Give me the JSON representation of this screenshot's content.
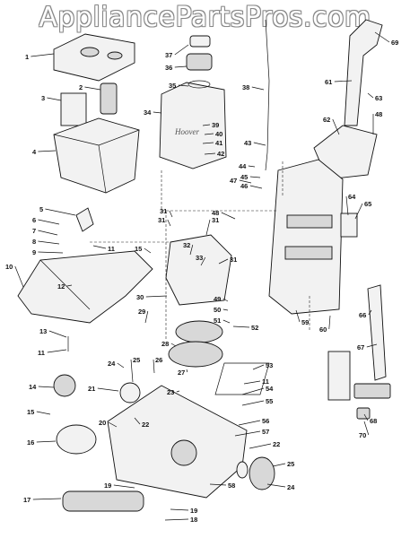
{
  "watermark": "AppliancePartsPros.com",
  "callouts": [
    {
      "id": "c1",
      "text": "1"
    },
    {
      "id": "c2",
      "text": "2"
    },
    {
      "id": "c3",
      "text": "3"
    },
    {
      "id": "c4",
      "text": "4"
    },
    {
      "id": "c5",
      "text": "5"
    },
    {
      "id": "c6",
      "text": "6"
    },
    {
      "id": "c7",
      "text": "7"
    },
    {
      "id": "c8",
      "text": "8"
    },
    {
      "id": "c9",
      "text": "9"
    },
    {
      "id": "c10",
      "text": "10"
    },
    {
      "id": "c11a",
      "text": "11"
    },
    {
      "id": "c11b",
      "text": "11"
    },
    {
      "id": "c11c",
      "text": "11"
    },
    {
      "id": "c12",
      "text": "12"
    },
    {
      "id": "c13",
      "text": "13"
    },
    {
      "id": "c14",
      "text": "14"
    },
    {
      "id": "c15a",
      "text": "15"
    },
    {
      "id": "c15b",
      "text": "15"
    },
    {
      "id": "c16",
      "text": "16"
    },
    {
      "id": "c17",
      "text": "17"
    },
    {
      "id": "c18",
      "text": "18"
    },
    {
      "id": "c19a",
      "text": "19"
    },
    {
      "id": "c19b",
      "text": "19"
    },
    {
      "id": "c20",
      "text": "20"
    },
    {
      "id": "c21",
      "text": "21"
    },
    {
      "id": "c22a",
      "text": "22"
    },
    {
      "id": "c22b",
      "text": "22"
    },
    {
      "id": "c23",
      "text": "23"
    },
    {
      "id": "c24a",
      "text": "24"
    },
    {
      "id": "c24b",
      "text": "24"
    },
    {
      "id": "c25a",
      "text": "25"
    },
    {
      "id": "c25b",
      "text": "25"
    },
    {
      "id": "c26",
      "text": "26"
    },
    {
      "id": "c27",
      "text": "27"
    },
    {
      "id": "c28",
      "text": "28"
    },
    {
      "id": "c29",
      "text": "29"
    },
    {
      "id": "c30",
      "text": "30"
    },
    {
      "id": "c31a",
      "text": "31"
    },
    {
      "id": "c31b",
      "text": "31"
    },
    {
      "id": "c31c",
      "text": "31"
    },
    {
      "id": "c31d",
      "text": "31"
    },
    {
      "id": "c32",
      "text": "32"
    },
    {
      "id": "c33",
      "text": "33"
    },
    {
      "id": "c34",
      "text": "34"
    },
    {
      "id": "c35",
      "text": "35"
    },
    {
      "id": "c36",
      "text": "36"
    },
    {
      "id": "c37",
      "text": "37"
    },
    {
      "id": "c38",
      "text": "38"
    },
    {
      "id": "c39",
      "text": "39"
    },
    {
      "id": "c40",
      "text": "40"
    },
    {
      "id": "c41",
      "text": "41"
    },
    {
      "id": "c42",
      "text": "42"
    },
    {
      "id": "c43",
      "text": "43"
    },
    {
      "id": "c44",
      "text": "44"
    },
    {
      "id": "c45",
      "text": "45"
    },
    {
      "id": "c46",
      "text": "46"
    },
    {
      "id": "c47",
      "text": "47"
    },
    {
      "id": "c48a",
      "text": "48"
    },
    {
      "id": "c48b",
      "text": "48"
    },
    {
      "id": "c49",
      "text": "49"
    },
    {
      "id": "c50",
      "text": "50"
    },
    {
      "id": "c51",
      "text": "51"
    },
    {
      "id": "c52",
      "text": "52"
    },
    {
      "id": "c53",
      "text": "53"
    },
    {
      "id": "c54",
      "text": "54"
    },
    {
      "id": "c55",
      "text": "55"
    },
    {
      "id": "c56",
      "text": "56"
    },
    {
      "id": "c57",
      "text": "57"
    },
    {
      "id": "c58",
      "text": "58"
    },
    {
      "id": "c59",
      "text": "59"
    },
    {
      "id": "c60",
      "text": "60"
    },
    {
      "id": "c61",
      "text": "61"
    },
    {
      "id": "c62",
      "text": "62"
    },
    {
      "id": "c63",
      "text": "63"
    },
    {
      "id": "c64",
      "text": "64"
    },
    {
      "id": "c65",
      "text": "65"
    },
    {
      "id": "c66",
      "text": "66"
    },
    {
      "id": "c67",
      "text": "67"
    },
    {
      "id": "c68",
      "text": "68"
    },
    {
      "id": "c69",
      "text": "69"
    },
    {
      "id": "c70",
      "text": "70"
    }
  ]
}
